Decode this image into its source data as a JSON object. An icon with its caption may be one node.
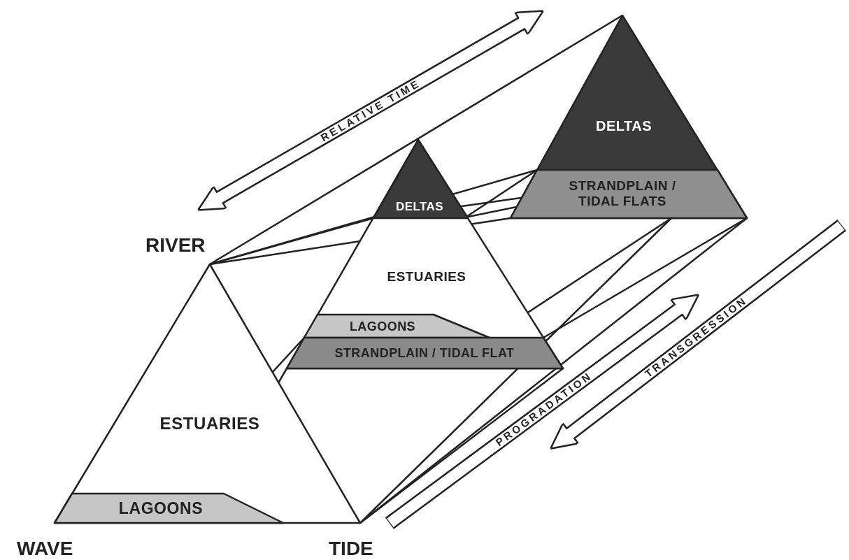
{
  "diagram": {
    "nodes": [
      {
        "text": [
          "DELTAS"
        ]
      },
      {
        "text": [
          "STRANDPLAIN / TIDAL FLATS"
        ],
        "in": 0
      },
      {
        "text": [
          "ESTUARIES"
        ]
      },
      {
        "text": [
          "DELTAS"
        ],
        "in": 2
      },
      {
        "text": [
          "LAGOONS"
        ],
        "in": 2
      },
      {
        "text": [
          "STRANDPLAIN / TIDAL FLAT"
        ],
        "in": 2
      },
      {
        "text": [
          "ESTUARIES"
        ]
      },
      {
        "text": [
          "LAGOONS"
        ],
        "in": 6
      }
    ],
    "labels": [
      "RELATIVE TIME",
      "RIVER",
      "PROGRADATION",
      "TRANSGRESSION",
      "WAVE",
      "TIDE"
    ]
  }
}
